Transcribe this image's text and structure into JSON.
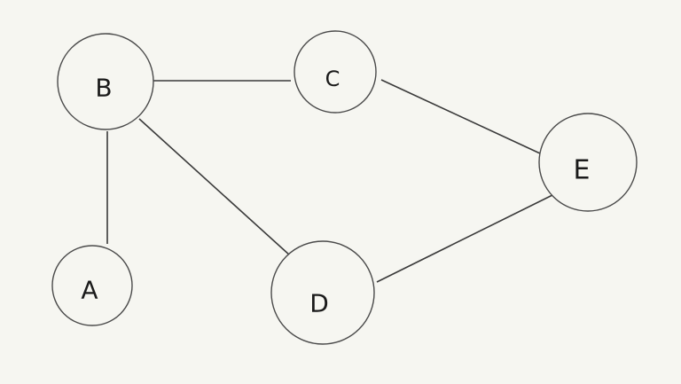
{
  "graph": {
    "nodes": [
      {
        "id": "A",
        "label": "A"
      },
      {
        "id": "B",
        "label": "B"
      },
      {
        "id": "C",
        "label": "C"
      },
      {
        "id": "D",
        "label": "D"
      },
      {
        "id": "E",
        "label": "E"
      }
    ],
    "edges": [
      {
        "from": "B",
        "to": "C"
      },
      {
        "from": "B",
        "to": "A"
      },
      {
        "from": "B",
        "to": "D"
      },
      {
        "from": "C",
        "to": "E"
      },
      {
        "from": "D",
        "to": "E"
      }
    ],
    "colors": {
      "background": "#f6f6f1",
      "stroke": "#3a3a3a",
      "text": "#1a1a1a"
    }
  }
}
